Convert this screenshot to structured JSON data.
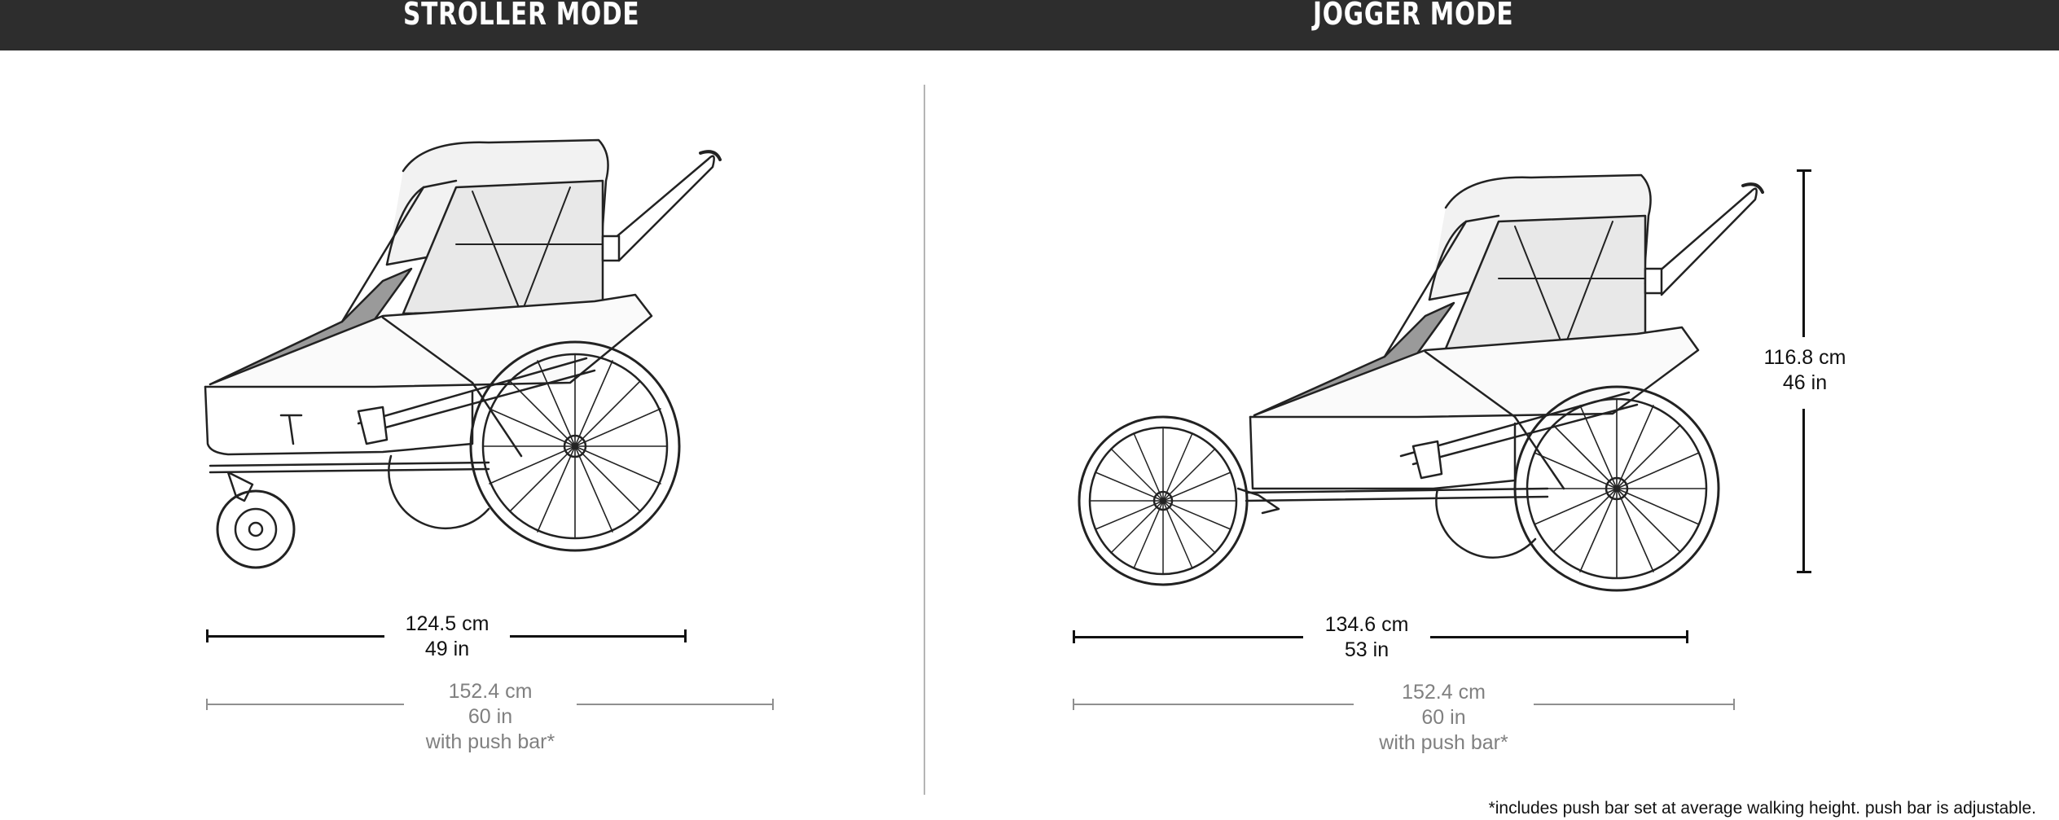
{
  "header": {
    "stroller_title": "STROLLER MODE",
    "jogger_title": "JOGGER MODE"
  },
  "stroller": {
    "length": {
      "cm": "124.5 cm",
      "in": "49 in"
    },
    "length_with_push_bar": {
      "cm": "152.4 cm",
      "in": "60 in",
      "note": "with push bar*"
    }
  },
  "jogger": {
    "length": {
      "cm": "134.6 cm",
      "in": "53 in"
    },
    "length_with_push_bar": {
      "cm": "152.4 cm",
      "in": "60 in",
      "note": "with push bar*"
    },
    "height": {
      "cm": "116.8 cm",
      "in": "46 in"
    }
  },
  "footnote": "*includes push bar set at average walking height. push bar is adjustable.",
  "colors": {
    "header_bg": "#2d2d2d",
    "header_text": "#ffffff",
    "dimension_line": "#111111",
    "secondary_dimension": "#8f8f8f",
    "divider": "#b5b5b5"
  }
}
